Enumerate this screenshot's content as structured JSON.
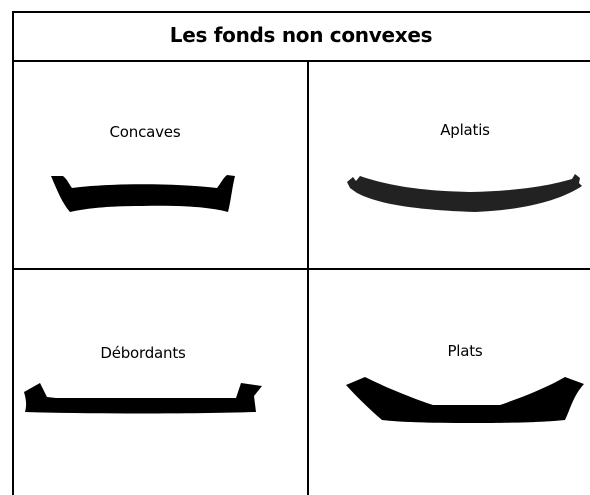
{
  "title": "Les fonds non convexes",
  "cells": [
    {
      "label": "Concaves"
    },
    {
      "label": "Aplatis"
    },
    {
      "label": "Débordants"
    },
    {
      "label": "Plats"
    }
  ],
  "colors": {
    "lines": "#000000",
    "shape_black": "#000000",
    "shape_dark": "#222222",
    "background": "#ffffff"
  }
}
